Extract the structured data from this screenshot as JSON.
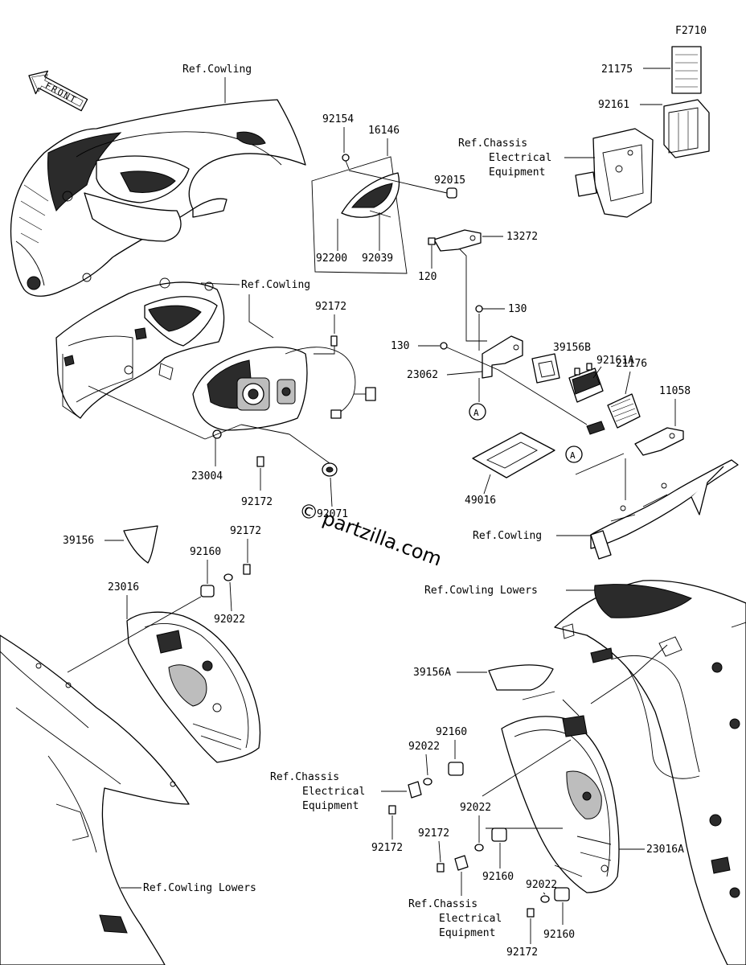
{
  "figure_code": "F2710",
  "front_label": "FRONT",
  "watermark": "© partzilla.com",
  "colors": {
    "ink": "#000000",
    "paper": "#ffffff",
    "shade": "#2b2b2b"
  },
  "labels": {
    "ref_cowling_top": "Ref.Cowling",
    "ref_cowling_mid": "Ref.Cowling",
    "ref_cowling_right": "Ref.Cowling",
    "ref_cowling_lowers_right": "Ref.Cowling Lowers",
    "ref_cowling_lowers_left": "Ref.Cowling Lowers",
    "ref_chassis_top": [
      "Ref.Chassis",
      "Electrical",
      "Equipment"
    ],
    "ref_chassis_mid": [
      "Ref.Chassis",
      "Electrical",
      "Equipment"
    ],
    "ref_chassis_bottom": [
      "Ref.Chassis",
      "Electrical",
      "Equipment"
    ],
    "circle_a": "A"
  },
  "parts": {
    "p21175": "21175",
    "p92161": "92161",
    "p92154": "92154",
    "p16146": "16146",
    "p92015": "92015",
    "p13272": "13272",
    "p92200": "92200",
    "p92039": "92039",
    "p120": "120",
    "p130_upper": "130",
    "p130_lower": "130",
    "p92172_a": "92172",
    "p39156B": "39156B",
    "p92161A": "92161A",
    "p23062": "23062",
    "p21176": "21176",
    "p11058": "11058",
    "p23004": "23004",
    "p92172_b": "92172",
    "p92071": "92071",
    "p49016": "49016",
    "p39156": "39156",
    "p92172_c": "92172",
    "p92160_a": "92160",
    "p23016": "23016",
    "p92022_a": "92022",
    "p39156A": "39156A",
    "p92160_b": "92160",
    "p92022_b": "92022",
    "p92172_d": "92172",
    "p92022_c": "92022",
    "p92172_e": "92172",
    "p92160_c": "92160",
    "p23016A": "23016A",
    "p92022_d": "92022",
    "p92160_d": "92160",
    "p92172_f": "92172"
  }
}
